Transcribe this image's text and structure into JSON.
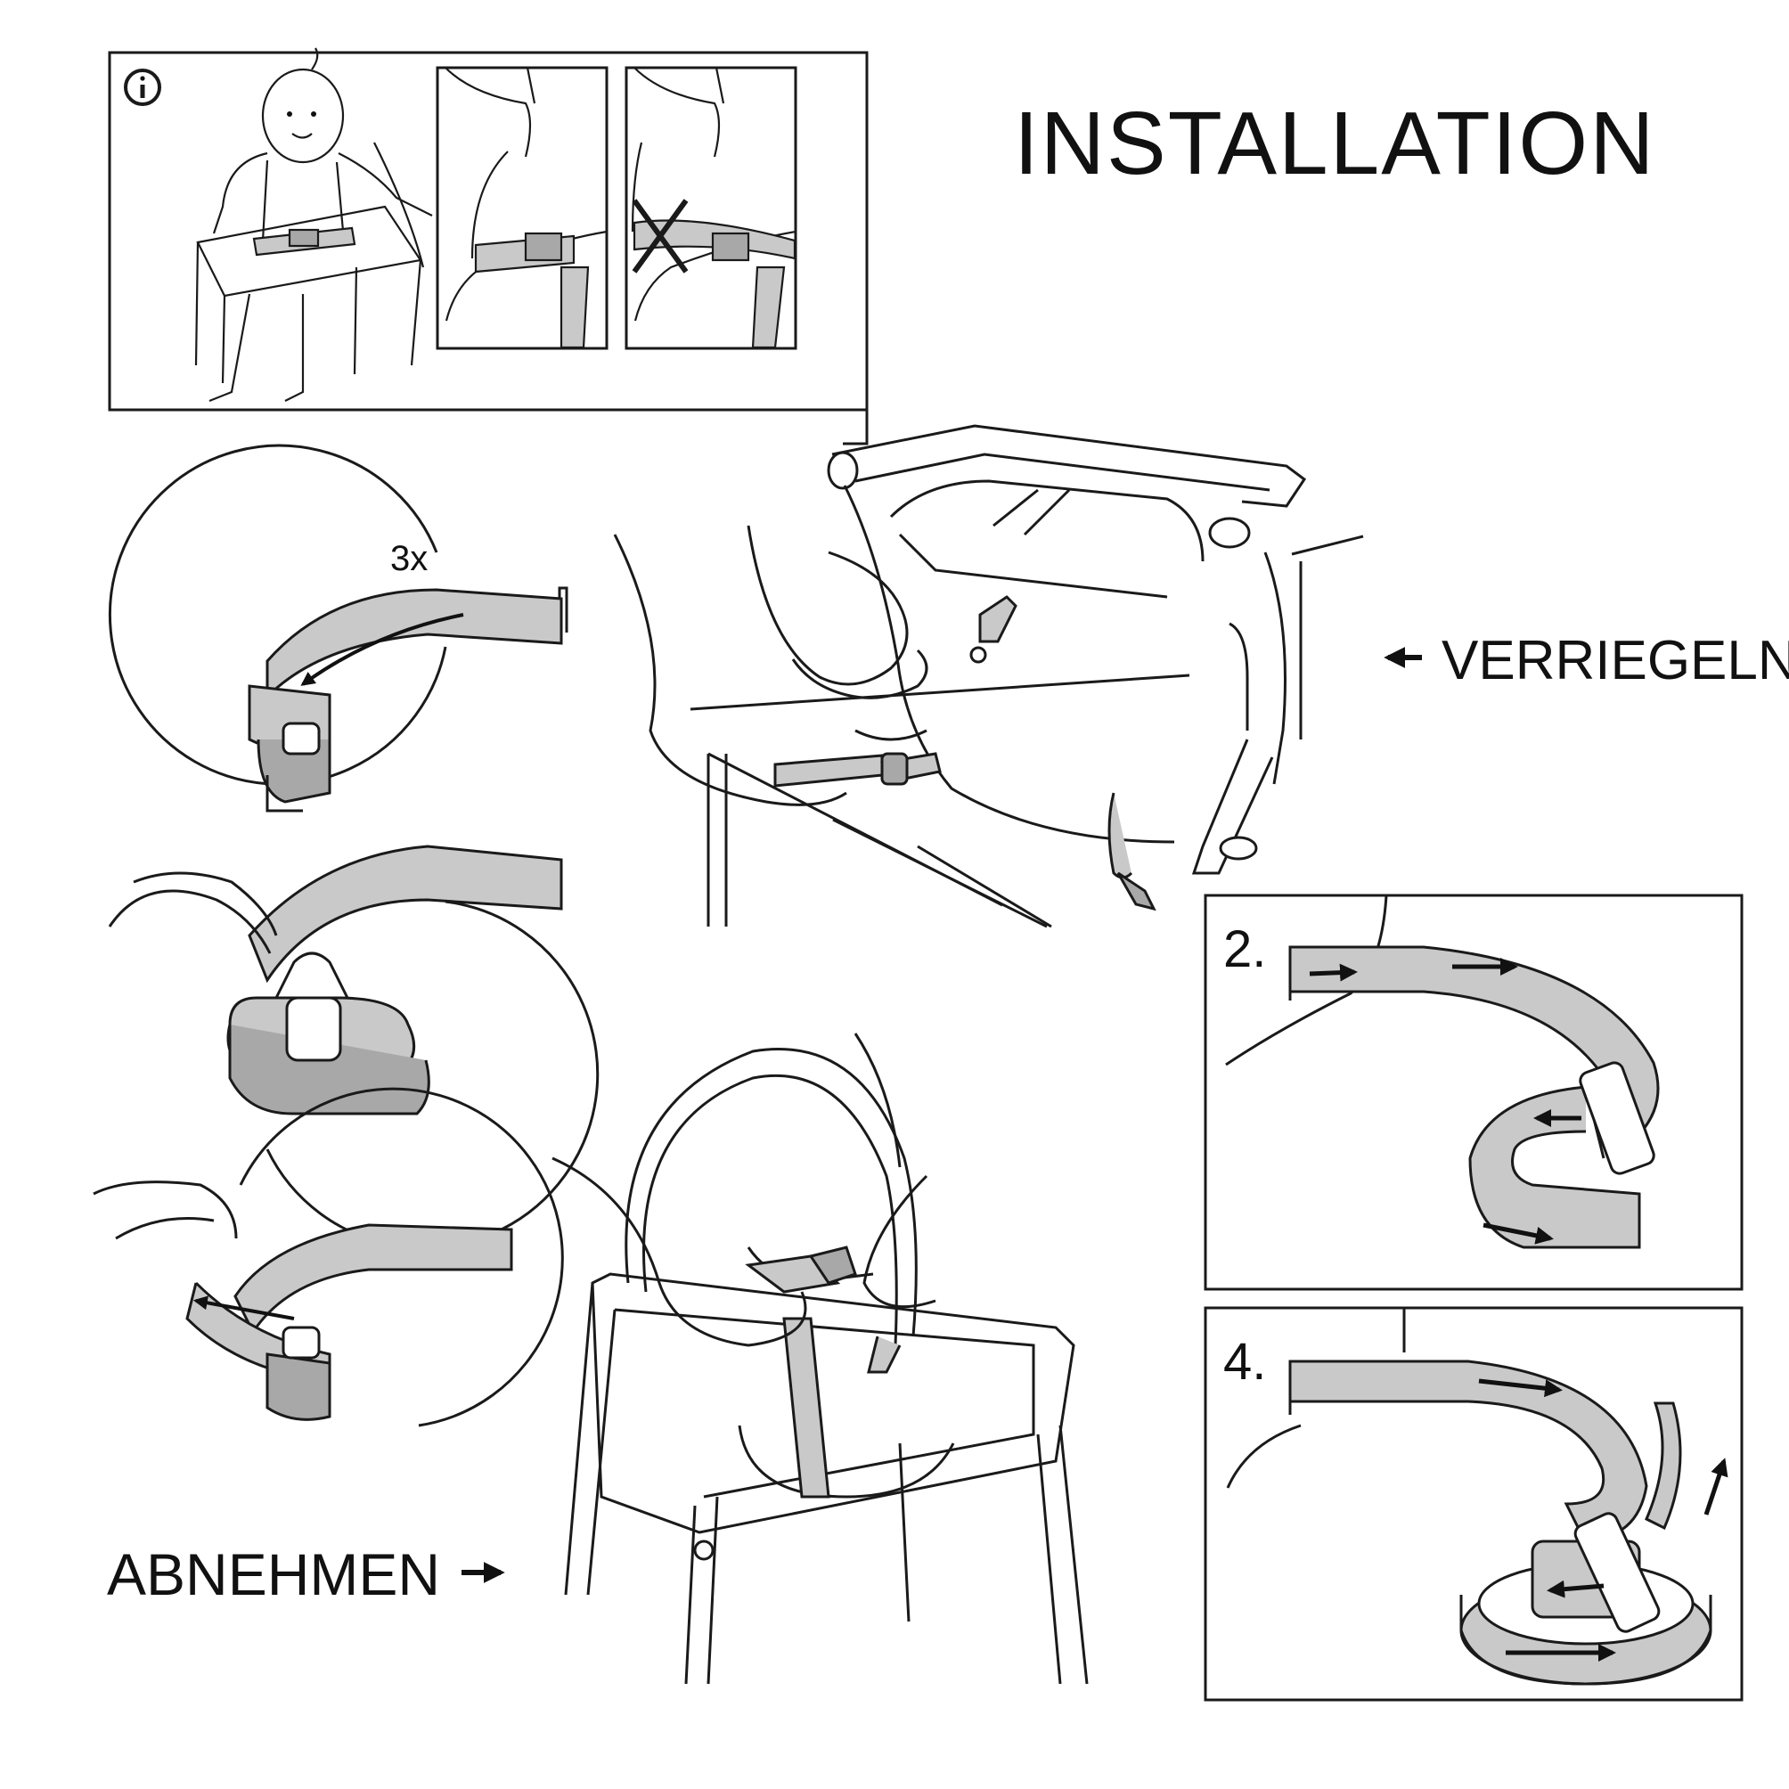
{
  "title": "INSTALLATION",
  "labels": {
    "lock": "VERRIEGELN",
    "remove": "ABNEHMEN",
    "repeat": "3x",
    "step2": "2.",
    "step4": "4."
  },
  "icons": {
    "info": "info-icon",
    "wrong": "cross-mark-icon",
    "arrow_left": "arrow-left-icon",
    "arrow_right": "arrow-right-icon"
  },
  "colors": {
    "line": "#1a1a1a",
    "strap_fill": "#c9c9c9",
    "strap_fill_dark": "#a8a8a8",
    "background": "#ffffff"
  }
}
